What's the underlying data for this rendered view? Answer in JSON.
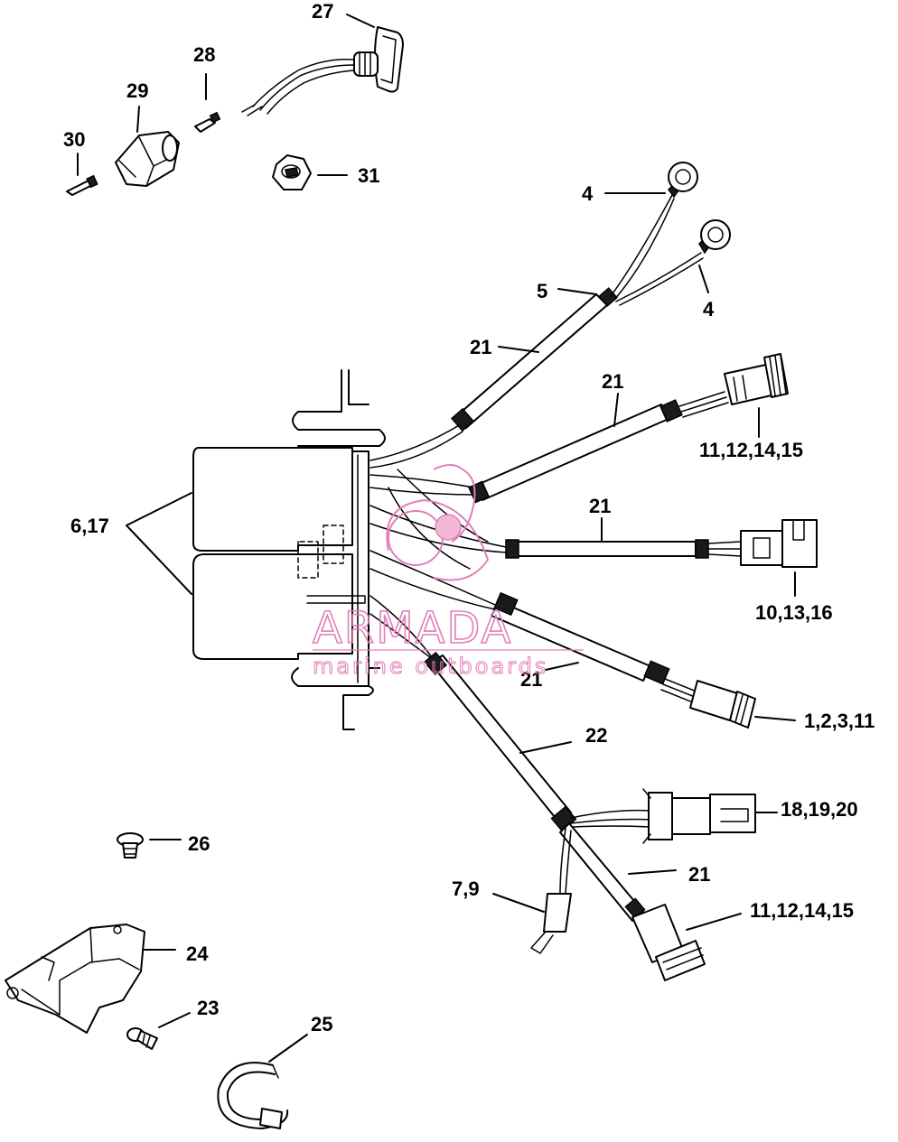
{
  "callouts": {
    "c27": "27",
    "c28": "28",
    "c29": "29",
    "c30": "30",
    "c31": "31",
    "c4a": "4",
    "c4b": "4",
    "c5": "5",
    "c21a": "21",
    "c21b": "21",
    "c21c": "21",
    "c21d": "21",
    "c21e": "21",
    "c22": "22",
    "c6_17": "6,17",
    "c11_12_14_15a": "11,12,14,15",
    "c10_13_16": "10,13,16",
    "c1_2_3_11": "1,2,3,11",
    "c18_19_20": "18,19,20",
    "c7_9": "7,9",
    "c11_12_14_15b": "11,12,14,15",
    "c26": "26",
    "c24": "24",
    "c23": "23",
    "c25": "25"
  },
  "watermark": {
    "brand": "ARMADA",
    "tagline": "marine outboards",
    "color": "#e07fb8"
  }
}
